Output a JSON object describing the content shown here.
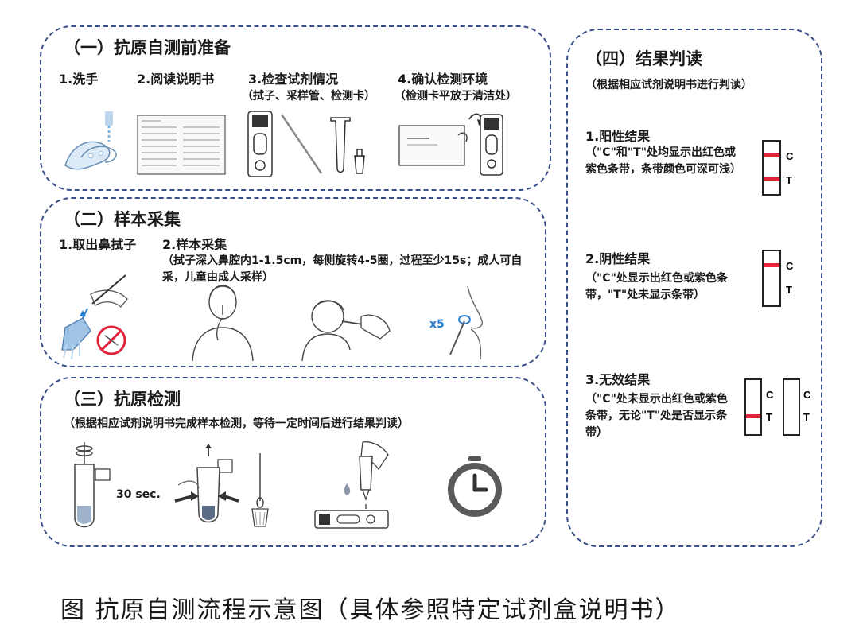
{
  "section1": {
    "title": "（一）抗原自测前准备",
    "step1": "1.洗手",
    "step2": "2.阅读说明书",
    "step3": "3.检查试剂情况",
    "step3_note": "（拭子、采样管、检测卡）",
    "step4": "4.确认检测环境",
    "step4_note": "（检测卡平放于清洁处）"
  },
  "section2": {
    "title": "（二）样本采集",
    "step1": "1.取出鼻拭子",
    "step2": "2.样本采集",
    "step2_note": "（拭子深入鼻腔内1-1.5cm，每侧旋转4-5圈，过程至少15s；成人可自采，儿童由成人采样）",
    "repeat_label": "x5"
  },
  "section3": {
    "title": "（三）抗原检测",
    "note": "（根据相应试剂说明书完成样本检测，等待一定时间后进行结果判读）",
    "time_label": "30 sec."
  },
  "section4": {
    "title": "（四）结果判读",
    "note": "（根据相应试剂说明书进行判读）",
    "positive_title": "1.阳性结果",
    "positive_desc": "（\"C\"和\"T\"处均显示出红色或紫色条带，条带颜色可深可浅）",
    "negative_title": "2.阴性结果",
    "negative_desc": "（\"C\"处显示出红色或紫色条带，\"T\"处未显示条带）",
    "invalid_title": "3.无效结果",
    "invalid_desc": "（\"C\"处未显示出红色或紫色条带，无论\"T\"处是否显示条带）",
    "c_label": "C",
    "t_label": "T"
  },
  "caption": "图 抗原自测流程示意图（具体参照特定试剂盒说明书）",
  "colors": {
    "border": "#3a4f8a",
    "band": "#e0243a",
    "accent": "#2a7fd0"
  }
}
